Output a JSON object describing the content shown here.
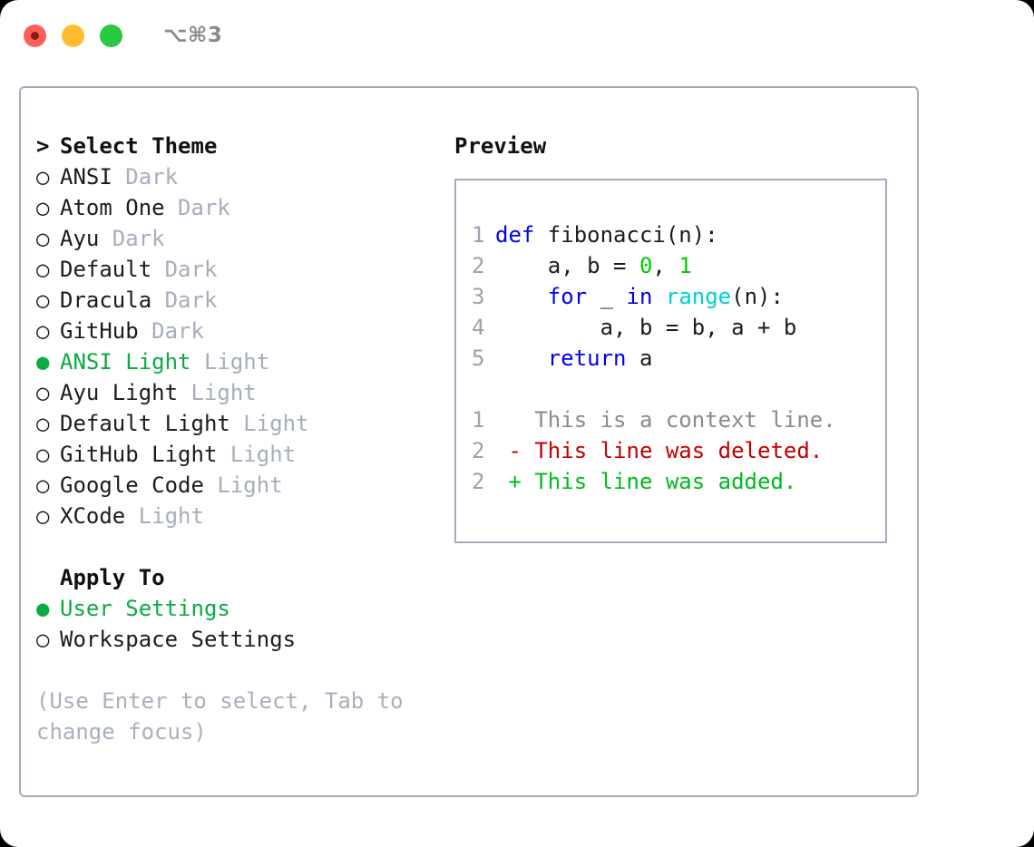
{
  "window": {
    "title": "⌥⌘3",
    "traffic_lights": [
      {
        "name": "close-button",
        "color": "#ff5f57"
      },
      {
        "name": "minimize-button",
        "color": "#ffbd2e"
      },
      {
        "name": "maximize-button",
        "color": "#28c840"
      }
    ]
  },
  "theme_list": {
    "header": "Select Theme",
    "header_prefix": ">",
    "bullet_unselected": "○",
    "bullet_selected": "●",
    "items": [
      {
        "name": "ANSI",
        "variant": "Dark",
        "selected": false
      },
      {
        "name": "Atom One",
        "variant": "Dark",
        "selected": false
      },
      {
        "name": "Ayu",
        "variant": "Dark",
        "selected": false
      },
      {
        "name": "Default",
        "variant": "Dark",
        "selected": false
      },
      {
        "name": "Dracula",
        "variant": "Dark",
        "selected": false
      },
      {
        "name": "GitHub",
        "variant": "Dark",
        "selected": false
      },
      {
        "name": "ANSI Light",
        "variant": "Light",
        "selected": true
      },
      {
        "name": "Ayu Light",
        "variant": "Light",
        "selected": false
      },
      {
        "name": "Default Light",
        "variant": "Light",
        "selected": false
      },
      {
        "name": "GitHub Light",
        "variant": "Light",
        "selected": false
      },
      {
        "name": "Google Code",
        "variant": "Light",
        "selected": false
      },
      {
        "name": "XCode",
        "variant": "Light",
        "selected": false
      }
    ]
  },
  "apply_to": {
    "header": "Apply To",
    "items": [
      {
        "name": "User Settings",
        "selected": true
      },
      {
        "name": "Workspace Settings",
        "selected": false
      }
    ]
  },
  "help": {
    "text": "(Use Enter to select, Tab to change focus)"
  },
  "preview": {
    "header": "Preview",
    "code_lines": [
      {
        "no": "1",
        "tokens": [
          {
            "t": "def",
            "c": "kw"
          },
          {
            "t": " fibonacci(n):",
            "c": "txt"
          }
        ]
      },
      {
        "no": "2",
        "tokens": [
          {
            "t": "    a, b = ",
            "c": "txt"
          },
          {
            "t": "0",
            "c": "num"
          },
          {
            "t": ", ",
            "c": "txt"
          },
          {
            "t": "1",
            "c": "num"
          }
        ]
      },
      {
        "no": "3",
        "tokens": [
          {
            "t": "    ",
            "c": "txt"
          },
          {
            "t": "for",
            "c": "kw"
          },
          {
            "t": " _ ",
            "c": "txt"
          },
          {
            "t": "in",
            "c": "kw"
          },
          {
            "t": " ",
            "c": "txt"
          },
          {
            "t": "range",
            "c": "fn"
          },
          {
            "t": "(n):",
            "c": "txt"
          }
        ]
      },
      {
        "no": "4",
        "tokens": [
          {
            "t": "        a, b = b, a + b",
            "c": "txt"
          }
        ]
      },
      {
        "no": "5",
        "tokens": [
          {
            "t": "    ",
            "c": "txt"
          },
          {
            "t": "return",
            "c": "kw"
          },
          {
            "t": " a",
            "c": "txt"
          }
        ]
      }
    ],
    "diff_lines": [
      {
        "no": "1",
        "marker": " ",
        "text": " This is a context line.",
        "kind": "diff-ctx"
      },
      {
        "no": "2",
        "marker": "-",
        "text": " This line was deleted.",
        "kind": "diff-del"
      },
      {
        "no": "2",
        "marker": "+",
        "text": " This line was added.",
        "kind": "diff-add"
      }
    ]
  },
  "colors": {
    "accent_green": "#0bab46",
    "border": "#a3acbb",
    "muted": "#a6aebb",
    "keyword_blue": "#0000f0",
    "number_green": "#00cc00",
    "function_cyan": "#00d2d2",
    "diff_delete_red": "#c20000",
    "diff_add_green": "#00bb1e"
  }
}
